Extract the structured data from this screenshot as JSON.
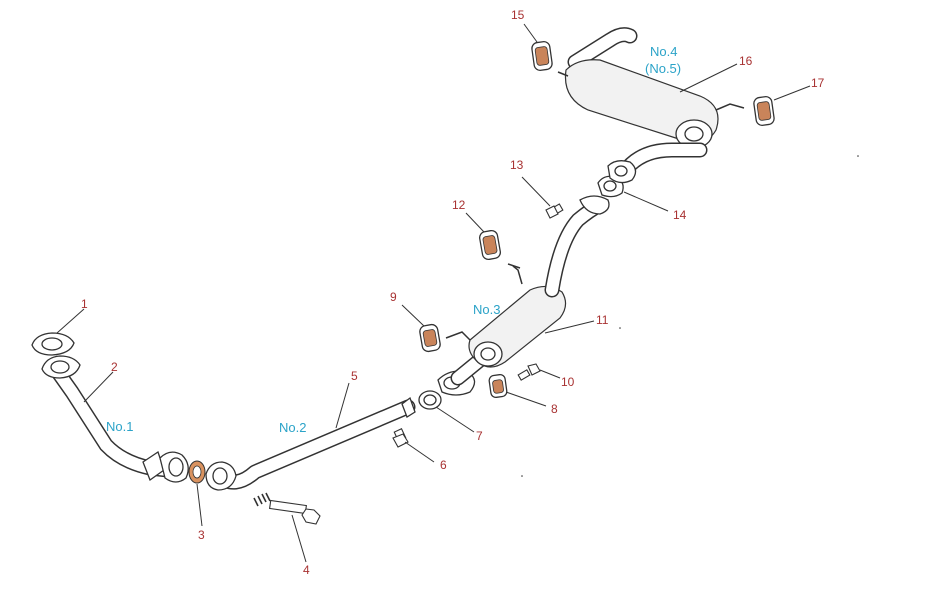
{
  "sections": {
    "no1": "No.1",
    "no2": "No.2",
    "no3": "No.3",
    "no4": "No.4",
    "no5": "(No.5)"
  },
  "callouts": [
    "1",
    "2",
    "3",
    "4",
    "5",
    "6",
    "7",
    "8",
    "9",
    "10",
    "11",
    "12",
    "13",
    "14",
    "15",
    "16",
    "17"
  ],
  "colors": {
    "callout_number": "#a83232",
    "section_label": "#2ba3c8",
    "rubber": "#c9845a",
    "line": "#333333"
  }
}
